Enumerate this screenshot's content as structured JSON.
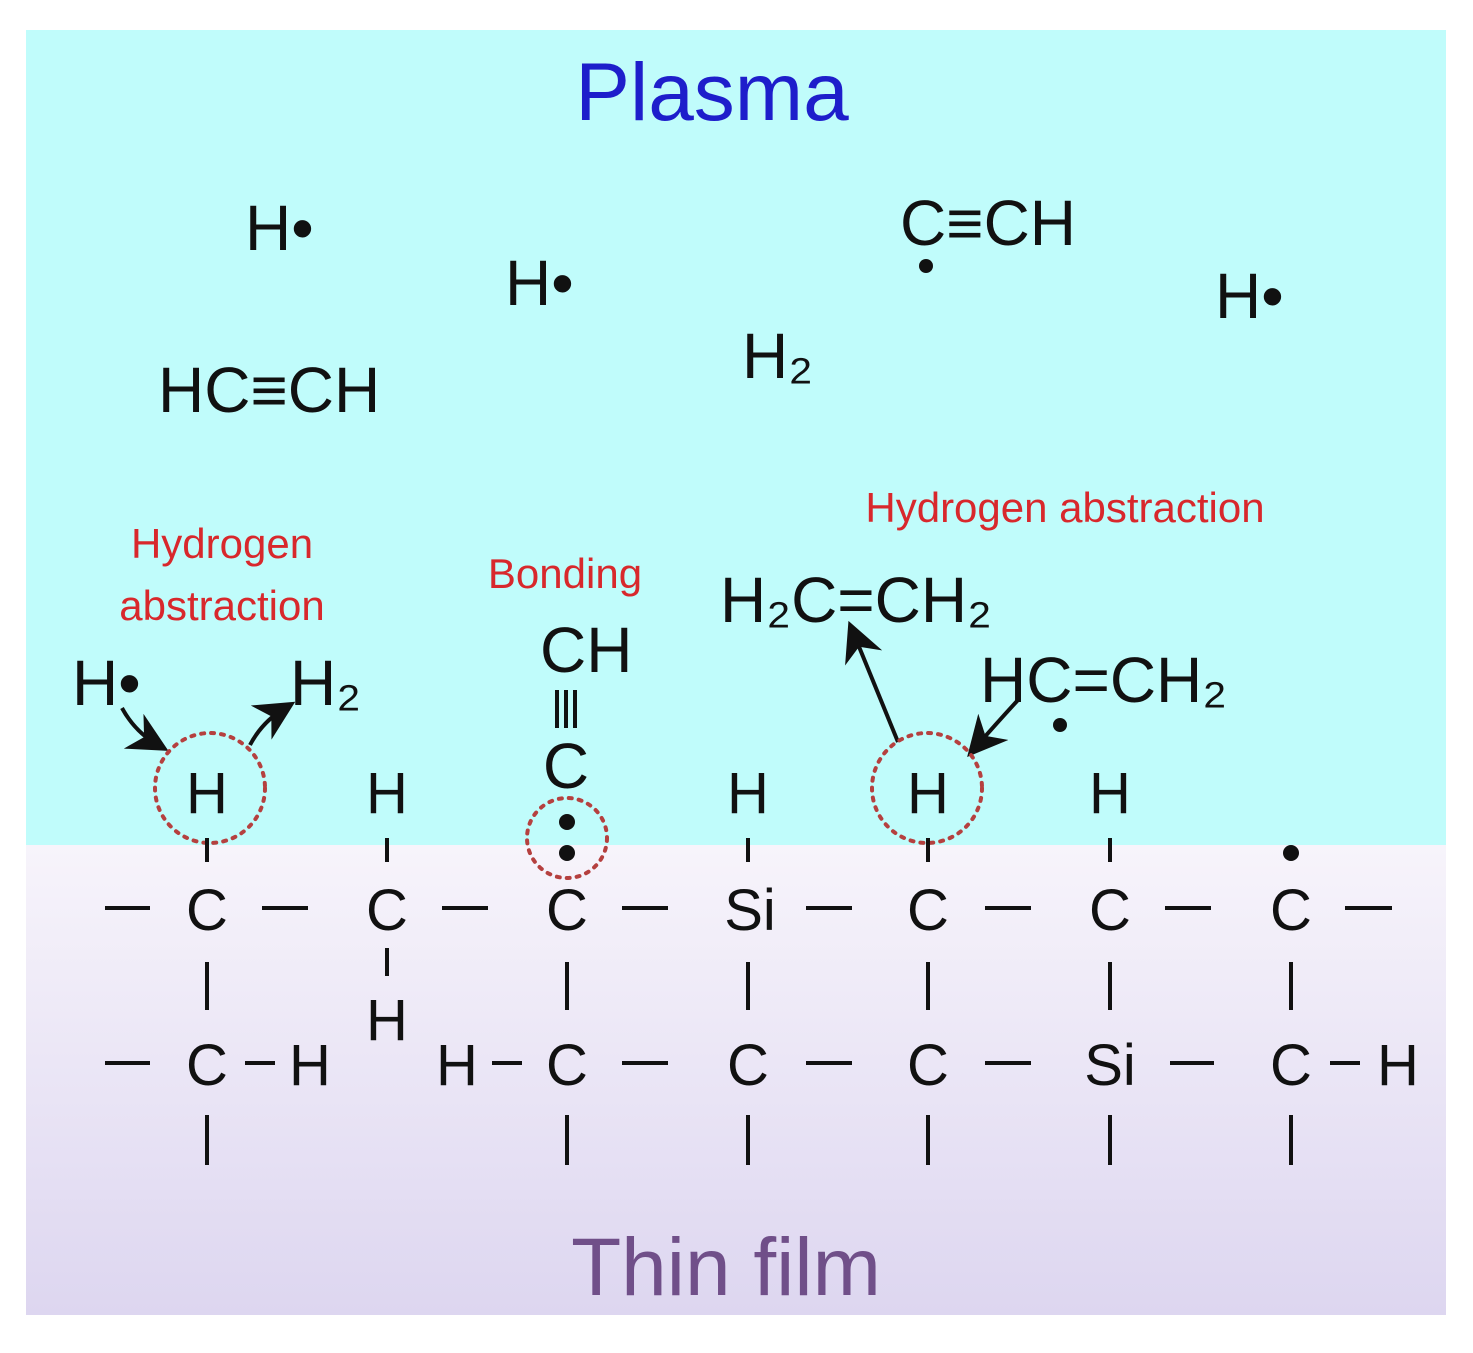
{
  "header": {
    "plasma_label": "Plasma",
    "film_label": "Thin film"
  },
  "colors": {
    "plasma_bg": "#c0fcfb",
    "film_bg_top": "#f7f4fb",
    "film_bg_bottom": "#ddd6f0",
    "plasma_text": "#1e1ecb",
    "film_text": "#704f89",
    "annotation_red": "#d8282c",
    "circle_dotted": "#b5403f"
  },
  "plasma_species": {
    "h_radical_1": "H•",
    "h_radical_2": "H•",
    "h_radical_3": "H•",
    "acetylene": "HC≡CH",
    "ethynyl_radical": "C≡CH",
    "hydrogen_molecule": "H₂"
  },
  "annotations": {
    "left_abstraction_line1": "Hydrogen",
    "left_abstraction_line2": "abstraction",
    "bonding": "Bonding",
    "right_abstraction": "Hydrogen abstraction"
  },
  "reaction_species": {
    "incoming_h_radical": "H•",
    "released_h2": "H₂",
    "surface_ch": "CH",
    "surface_triple_c": "C",
    "ethylene": "H₂C=CH₂",
    "vinyl_radical": "HC=CH₂"
  },
  "surface": {
    "row1_atoms": [
      "C",
      "C",
      "C",
      "Si",
      "C",
      "C",
      "C"
    ],
    "row1_top_h": [
      "H",
      "H",
      "H",
      "H",
      "H"
    ],
    "row2_atoms": [
      "C",
      "C",
      "C",
      "C",
      "Si",
      "C"
    ],
    "row2_h": [
      "H",
      "H",
      "H"
    ],
    "hanging_h": "H"
  }
}
